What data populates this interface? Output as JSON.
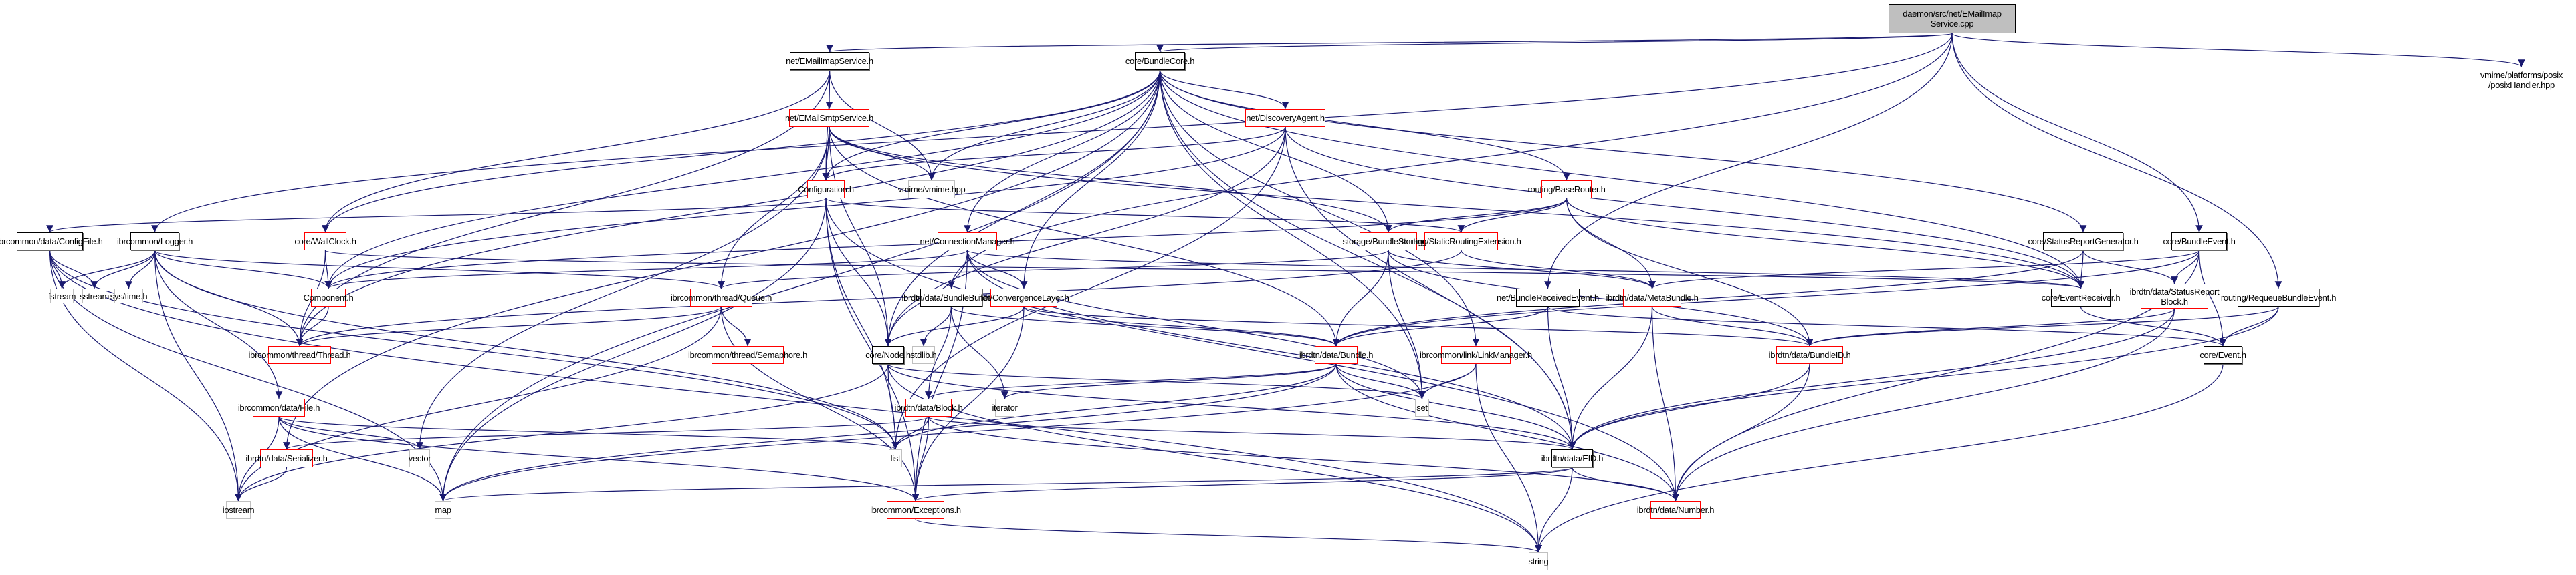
{
  "title": "Include dependency graph for daemon/src/net/EMailImapService.cpp",
  "colors": {
    "edge": "#191970",
    "black_border": "#000000",
    "red_border": "#ff0000",
    "gray_border": "#c0c0c0",
    "root_fill": "#bfbfbf"
  },
  "nodes": [
    {
      "id": "root",
      "label": "daemon/src/net/EMailImap\nService.cpp",
      "kind": "root"
    },
    {
      "id": "imapsvc",
      "label": "net/EMailImapService.h",
      "kind": "black"
    },
    {
      "id": "bundlecore",
      "label": "core/BundleCore.h",
      "kind": "black"
    },
    {
      "id": "posixhandler",
      "label": "vmime/platforms/posix\n/posixHandler.hpp",
      "kind": "gray"
    },
    {
      "id": "smtpsvc",
      "label": "net/EMailSmtpService.h",
      "kind": "red"
    },
    {
      "id": "discovery",
      "label": "net/DiscoveryAgent.h",
      "kind": "red"
    },
    {
      "id": "vmime",
      "label": "vmime/vmime.hpp",
      "kind": "gray"
    },
    {
      "id": "configuration",
      "label": "Configuration.h",
      "kind": "red"
    },
    {
      "id": "baserouter",
      "label": "routing/BaseRouter.h",
      "kind": "red"
    },
    {
      "id": "configfile",
      "label": "ibrcommon/data/ConfigFile.h",
      "kind": "black"
    },
    {
      "id": "logger",
      "label": "ibrcommon/Logger.h",
      "kind": "black"
    },
    {
      "id": "wallclock",
      "label": "core/WallClock.h",
      "kind": "red"
    },
    {
      "id": "connmgr",
      "label": "net/ConnectionManager.h",
      "kind": "red"
    },
    {
      "id": "bundlestorage",
      "label": "storage/BundleStorage.h",
      "kind": "red"
    },
    {
      "id": "staticrouting",
      "label": "routing/StaticRoutingExtension.h",
      "kind": "red"
    },
    {
      "id": "statusgen",
      "label": "core/StatusReportGenerator.h",
      "kind": "black"
    },
    {
      "id": "bundleevent",
      "label": "core/BundleEvent.h",
      "kind": "black"
    },
    {
      "id": "fstream",
      "label": "fstream",
      "kind": "gray"
    },
    {
      "id": "sstream",
      "label": "sstream",
      "kind": "gray"
    },
    {
      "id": "systime",
      "label": "sys/time.h",
      "kind": "gray"
    },
    {
      "id": "component",
      "label": "Component.h",
      "kind": "red"
    },
    {
      "id": "queue",
      "label": "ibrcommon/thread/Queue.h",
      "kind": "red"
    },
    {
      "id": "bundlebuilder",
      "label": "ibrdtn/data/BundleBuilder.h",
      "kind": "black"
    },
    {
      "id": "convlayer",
      "label": "net/ConvergenceLayer.h",
      "kind": "red"
    },
    {
      "id": "recvevent",
      "label": "net/BundleReceivedEvent.h",
      "kind": "black"
    },
    {
      "id": "metabundle",
      "label": "ibrdtn/data/MetaBundle.h",
      "kind": "red"
    },
    {
      "id": "eventreceiver",
      "label": "core/EventReceiver.h",
      "kind": "black"
    },
    {
      "id": "statusblock",
      "label": "ibrdtn/data/StatusReport\nBlock.h",
      "kind": "red"
    },
    {
      "id": "requeue",
      "label": "routing/RequeueBundleEvent.h",
      "kind": "black"
    },
    {
      "id": "thread",
      "label": "ibrcommon/thread/Thread.h",
      "kind": "red"
    },
    {
      "id": "semaphore",
      "label": "ibrcommon/thread/Semaphore.h",
      "kind": "red"
    },
    {
      "id": "node",
      "label": "core/Node.h",
      "kind": "black"
    },
    {
      "id": "stdlib",
      "label": "stdlib.h",
      "kind": "gray"
    },
    {
      "id": "bundle",
      "label": "ibrdtn/data/Bundle.h",
      "kind": "red"
    },
    {
      "id": "linkmgr",
      "label": "ibrcommon/link/LinkManager.h",
      "kind": "red"
    },
    {
      "id": "bundleid",
      "label": "ibrdtn/data/BundleID.h",
      "kind": "red"
    },
    {
      "id": "event",
      "label": "core/Event.h",
      "kind": "black"
    },
    {
      "id": "file",
      "label": "ibrcommon/data/File.h",
      "kind": "red"
    },
    {
      "id": "block",
      "label": "ibrdtn/data/Block.h",
      "kind": "red"
    },
    {
      "id": "iterator",
      "label": "iterator",
      "kind": "gray"
    },
    {
      "id": "set",
      "label": "set",
      "kind": "gray"
    },
    {
      "id": "serializer",
      "label": "ibrdtn/data/Serializer.h",
      "kind": "red"
    },
    {
      "id": "vector",
      "label": "vector",
      "kind": "gray"
    },
    {
      "id": "list",
      "label": "list",
      "kind": "gray"
    },
    {
      "id": "eid",
      "label": "ibrdtn/data/EID.h",
      "kind": "black"
    },
    {
      "id": "iostream",
      "label": "iostream",
      "kind": "gray"
    },
    {
      "id": "map",
      "label": "map",
      "kind": "gray"
    },
    {
      "id": "exceptions",
      "label": "ibrcommon/Exceptions.h",
      "kind": "red"
    },
    {
      "id": "number",
      "label": "ibrdtn/data/Number.h",
      "kind": "red"
    },
    {
      "id": "string",
      "label": "string",
      "kind": "gray"
    }
  ],
  "edges": [
    [
      "root",
      "imapsvc"
    ],
    [
      "root",
      "bundlecore"
    ],
    [
      "root",
      "posixhandler"
    ],
    [
      "root",
      "logger"
    ],
    [
      "root",
      "bundlebuilder"
    ],
    [
      "root",
      "recvevent"
    ],
    [
      "root",
      "bundleevent"
    ],
    [
      "root",
      "requeue"
    ],
    [
      "imapsvc",
      "smtpsvc"
    ],
    [
      "imapsvc",
      "vmime"
    ],
    [
      "imapsvc",
      "configuration"
    ],
    [
      "imapsvc",
      "thread"
    ],
    [
      "imapsvc",
      "wallclock"
    ],
    [
      "bundlecore",
      "discovery"
    ],
    [
      "bundlecore",
      "configuration"
    ],
    [
      "bundlecore",
      "baserouter"
    ],
    [
      "bundlecore",
      "connmgr"
    ],
    [
      "bundlecore",
      "bundlestorage"
    ],
    [
      "bundlecore",
      "statusgen"
    ],
    [
      "bundlecore",
      "component"
    ],
    [
      "bundlecore",
      "wallclock"
    ],
    [
      "bundlecore",
      "eventreceiver"
    ],
    [
      "bundlecore",
      "convlayer"
    ],
    [
      "bundlecore",
      "node"
    ],
    [
      "bundlecore",
      "set"
    ],
    [
      "bundlecore",
      "eid"
    ],
    [
      "bundlecore",
      "map"
    ],
    [
      "bundlecore",
      "serializer"
    ],
    [
      "bundlecore",
      "thread"
    ],
    [
      "bundlecore",
      "linkmgr"
    ],
    [
      "bundlecore",
      "vmime"
    ],
    [
      "smtpsvc",
      "vmime"
    ],
    [
      "smtpsvc",
      "configuration"
    ],
    [
      "smtpsvc",
      "queue"
    ],
    [
      "smtpsvc",
      "node"
    ],
    [
      "smtpsvc",
      "bundlestorage"
    ],
    [
      "smtpsvc",
      "eventreceiver"
    ],
    [
      "smtpsvc",
      "bundle"
    ],
    [
      "smtpsvc",
      "vector"
    ],
    [
      "discovery",
      "configuration"
    ],
    [
      "discovery",
      "component"
    ],
    [
      "discovery",
      "node"
    ],
    [
      "discovery",
      "list"
    ],
    [
      "discovery",
      "eid"
    ],
    [
      "discovery",
      "eventreceiver"
    ],
    [
      "configuration",
      "configfile"
    ],
    [
      "configuration",
      "node"
    ],
    [
      "configuration",
      "list"
    ],
    [
      "configuration",
      "map"
    ],
    [
      "configuration",
      "exceptions"
    ],
    [
      "configuration",
      "staticrouting"
    ],
    [
      "configuration",
      "number"
    ],
    [
      "baserouter",
      "bundlestorage"
    ],
    [
      "baserouter",
      "staticrouting"
    ],
    [
      "baserouter",
      "metabundle"
    ],
    [
      "baserouter",
      "eventreceiver"
    ],
    [
      "baserouter",
      "component"
    ],
    [
      "baserouter",
      "bundleid"
    ],
    [
      "configfile",
      "fstream"
    ],
    [
      "configfile",
      "sstream"
    ],
    [
      "configfile",
      "iostream"
    ],
    [
      "configfile",
      "map"
    ],
    [
      "configfile",
      "list"
    ],
    [
      "configfile",
      "string"
    ],
    [
      "logger",
      "fstream"
    ],
    [
      "logger",
      "sstream"
    ],
    [
      "logger",
      "systime"
    ],
    [
      "logger",
      "thread"
    ],
    [
      "logger",
      "queue"
    ],
    [
      "logger",
      "file"
    ],
    [
      "logger",
      "iostream"
    ],
    [
      "logger",
      "component"
    ],
    [
      "logger",
      "list"
    ],
    [
      "wallclock",
      "component"
    ],
    [
      "wallclock",
      "thread"
    ],
    [
      "wallclock",
      "eventreceiver"
    ],
    [
      "connmgr",
      "convlayer"
    ],
    [
      "connmgr",
      "node"
    ],
    [
      "connmgr",
      "component"
    ],
    [
      "connmgr",
      "eventreceiver"
    ],
    [
      "connmgr",
      "set"
    ],
    [
      "connmgr",
      "exceptions"
    ],
    [
      "connmgr",
      "eid"
    ],
    [
      "bundlestorage",
      "bundle"
    ],
    [
      "bundlestorage",
      "set"
    ],
    [
      "bundlestorage",
      "queue"
    ],
    [
      "bundlestorage",
      "metabundle"
    ],
    [
      "bundlestorage",
      "bundleid"
    ],
    [
      "staticrouting",
      "metabundle"
    ],
    [
      "staticrouting",
      "thread"
    ],
    [
      "statusgen",
      "eventreceiver"
    ],
    [
      "statusgen",
      "statusblock"
    ],
    [
      "statusgen",
      "bundle"
    ],
    [
      "bundleevent",
      "statusblock"
    ],
    [
      "bundleevent",
      "event"
    ],
    [
      "bundleevent",
      "bundle"
    ],
    [
      "bundleevent",
      "metabundle"
    ],
    [
      "bundleevent",
      "number"
    ],
    [
      "queue",
      "thread"
    ],
    [
      "queue",
      "semaphore"
    ],
    [
      "queue",
      "exceptions"
    ],
    [
      "queue",
      "iostream"
    ],
    [
      "bundlebuilder",
      "stdlib"
    ],
    [
      "bundlebuilder",
      "block"
    ],
    [
      "bundlebuilder",
      "bundle"
    ],
    [
      "bundlebuilder",
      "iterator"
    ],
    [
      "convlayer",
      "node"
    ],
    [
      "convlayer",
      "bundle"
    ],
    [
      "convlayer",
      "exceptions"
    ],
    [
      "convlayer",
      "bundleid"
    ],
    [
      "recvevent",
      "event"
    ],
    [
      "recvevent",
      "bundle"
    ],
    [
      "recvevent",
      "eid"
    ],
    [
      "metabundle",
      "bundleid"
    ],
    [
      "metabundle",
      "eid"
    ],
    [
      "metabundle",
      "number"
    ],
    [
      "eventreceiver",
      "event"
    ],
    [
      "statusblock",
      "bundleid"
    ],
    [
      "statusblock",
      "eid"
    ],
    [
      "statusblock",
      "number"
    ],
    [
      "requeue",
      "event"
    ],
    [
      "requeue",
      "bundleid"
    ],
    [
      "requeue",
      "eid"
    ],
    [
      "component",
      "thread"
    ],
    [
      "node",
      "set"
    ],
    [
      "node",
      "list"
    ],
    [
      "node",
      "string"
    ],
    [
      "node",
      "iostream"
    ],
    [
      "node",
      "eid"
    ],
    [
      "bundle",
      "block"
    ],
    [
      "bundle",
      "set"
    ],
    [
      "bundle",
      "iterator"
    ],
    [
      "bundle",
      "list"
    ],
    [
      "bundle",
      "eid"
    ],
    [
      "bundle",
      "map"
    ],
    [
      "bundle",
      "number"
    ],
    [
      "linkmgr",
      "set"
    ],
    [
      "linkmgr",
      "string"
    ],
    [
      "linkmgr",
      "map"
    ],
    [
      "bundleid",
      "eid"
    ],
    [
      "bundleid",
      "number"
    ],
    [
      "event",
      "string"
    ],
    [
      "file",
      "vector"
    ],
    [
      "file",
      "map"
    ],
    [
      "file",
      "iostream"
    ],
    [
      "file",
      "list"
    ],
    [
      "file",
      "exceptions"
    ],
    [
      "block",
      "list"
    ],
    [
      "block",
      "serializer"
    ],
    [
      "block",
      "exceptions"
    ],
    [
      "block",
      "eid"
    ],
    [
      "block",
      "number"
    ],
    [
      "serializer",
      "iostream"
    ],
    [
      "eid",
      "string"
    ],
    [
      "eid",
      "map"
    ],
    [
      "eid",
      "exceptions"
    ],
    [
      "eid",
      "number"
    ],
    [
      "exceptions",
      "string"
    ]
  ]
}
